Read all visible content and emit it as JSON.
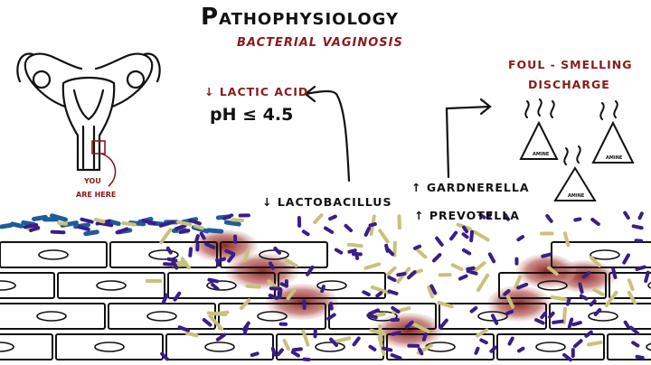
{
  "title": "Pathophysiology",
  "subtitle": "BACTERIAL VAGINOSIS",
  "labels": {
    "lactic_acid": "↓ LACTIC ACID",
    "ph": "pH ≤ 4.5",
    "lactobacillus": "↓ LACTOBACILLUS",
    "gardnerella": "↑ GARDNERELLA",
    "prevotella": "↑ PREVOTELLA",
    "discharge_line1": "FOUL - SMELLING",
    "discharge_line2": "DISCHARGE",
    "you": "YOU",
    "are_here": "ARE HERE",
    "amine": "AMINE"
  },
  "colors": {
    "ink": "#111111",
    "accent_red": "#8b1a1a",
    "lactobacillus_blue": "#1f5c99",
    "gardnerella_olive": "#c8c27a",
    "prevotella_purple": "#3a1d8a",
    "damaged_cell": "#8b1a1a"
  }
}
